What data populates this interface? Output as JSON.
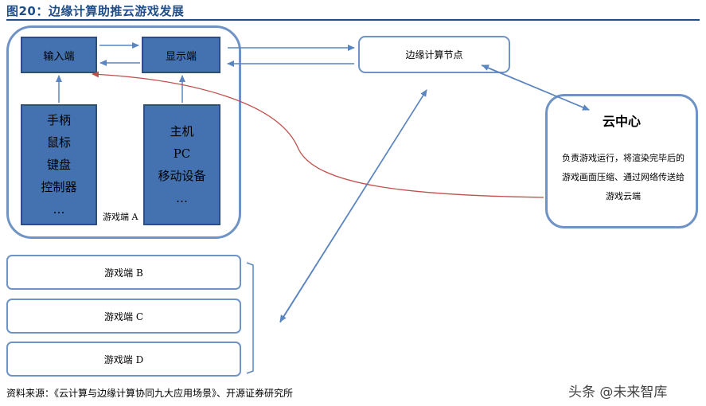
{
  "title": "图20：边缘计算助推云游戏发展",
  "client_a": {
    "label": "游戏端 A",
    "input_end": "输入端",
    "display_end": "显示端",
    "input_devices": [
      "手柄",
      "鼠标",
      "键盘",
      "控制器",
      "…"
    ],
    "display_devices": [
      "主机",
      "PC",
      "移动设备",
      "…"
    ]
  },
  "edge_node": "边缘计算节点",
  "cloud_center": {
    "title": "云中心",
    "description": "负责游戏运行，将渲染完毕后的游戏画面压缩、通过网络传送给游戏云端"
  },
  "clients": [
    "游戏端 B",
    "游戏端 C",
    "游戏端 D"
  ],
  "source": "资料来源：《云计算与边缘计算协同九大应用场景》、开源证券研究所",
  "watermark": "头条 @未来智库",
  "colors": {
    "accent": "#1f4e8c",
    "box_fill": "#4472b0",
    "outline": "#6f93c4",
    "arrow": "#5b85c0",
    "red_arrow": "#c0504d"
  }
}
